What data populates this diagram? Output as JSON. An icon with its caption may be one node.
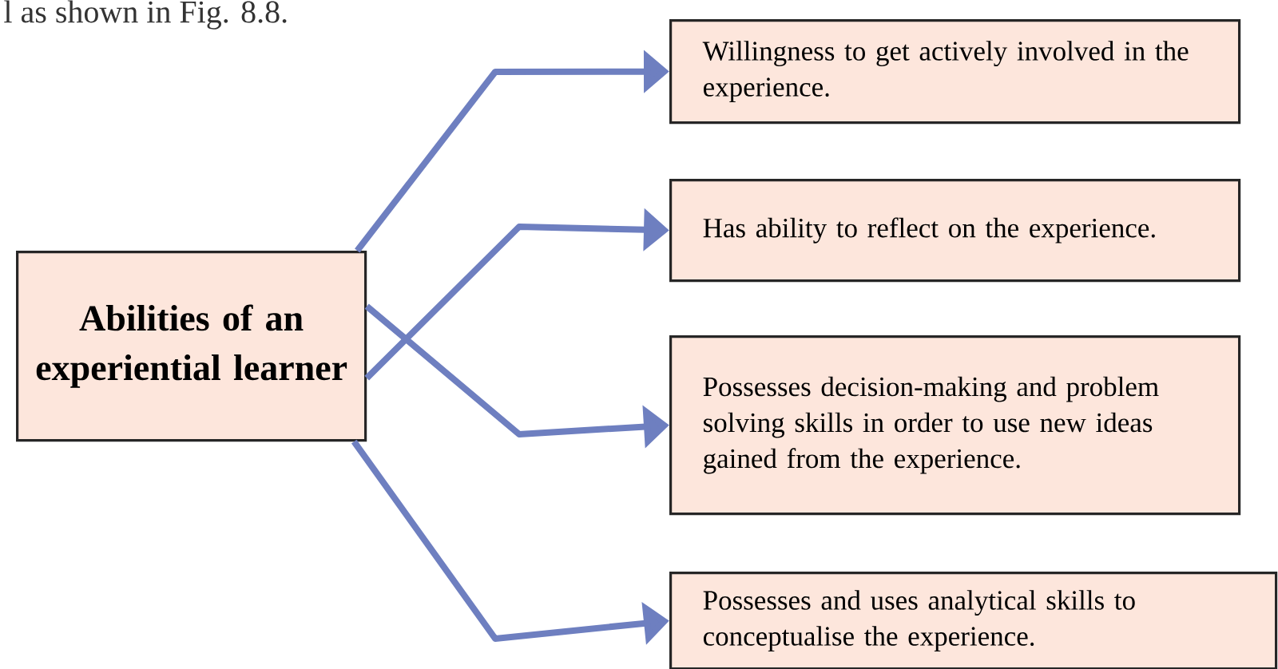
{
  "diagram": {
    "nodes": [
      {
        "text": [
          "Abilities of an experiential learner"
        ]
      },
      {
        "text": [
          "Willingness to get actively involved in the experience."
        ]
      },
      {
        "text": [
          "Has ability to reflect on the experience."
        ]
      },
      {
        "text": [
          "Possesses decision-making and problem solving skills in order to use new ideas gained from the experience."
        ]
      },
      {
        "text": [
          "Possesses and uses analytical skills to conceptualise the experience."
        ]
      }
    ],
    "edges": [
      {
        "from": 0,
        "to": 1,
        "arrow": "to"
      },
      {
        "from": 0,
        "to": 2,
        "arrow": "to"
      },
      {
        "from": 0,
        "to": 3,
        "arrow": "to"
      },
      {
        "from": 0,
        "to": 4,
        "arrow": "to"
      }
    ],
    "labels": [
      "l as shown in Fig. 8.8."
    ]
  }
}
